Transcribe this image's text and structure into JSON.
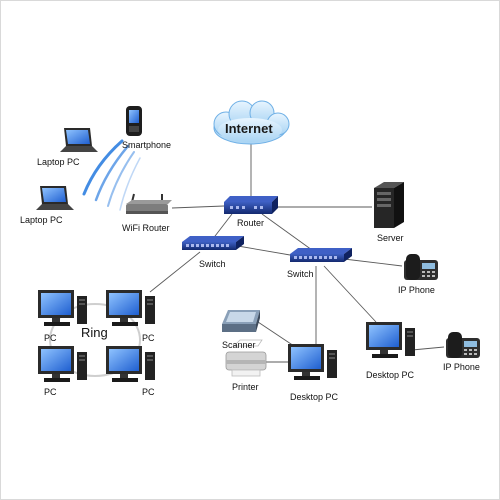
{
  "cloud": {
    "label": "Internet"
  },
  "devices": {
    "laptop_top": "Laptop PC",
    "smartphone": "Smartphone",
    "laptop_bottom": "Laptop PC",
    "wifi_router": "WiFi Router",
    "router": "Router",
    "server": "Server",
    "switch_left": "Switch",
    "switch_right": "Switch",
    "ip_phone_top": "IP Phone",
    "ring": "Ring",
    "pc_1": "PC",
    "pc_2": "PC",
    "pc_3": "PC",
    "pc_4": "PC",
    "scanner": "Scanner",
    "printer": "Printer",
    "desktop_center": "Desktop PC",
    "desktop_right": "Desktop PC",
    "ip_phone_bottom": "IP Phone"
  },
  "colors": {
    "link": "#555555",
    "wifi_wave": "#2f7fe0",
    "switch_blue": "#1f3f9a",
    "cloud": "#b9dcf5"
  }
}
